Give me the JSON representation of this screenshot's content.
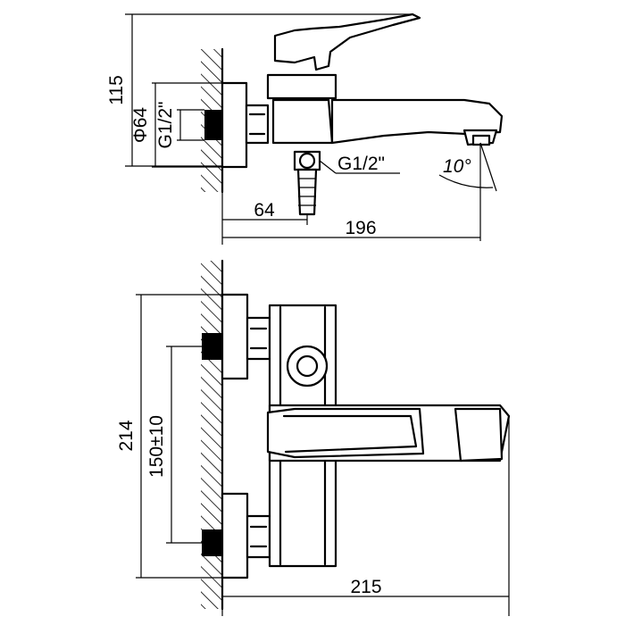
{
  "top_view": {
    "height_115": "115",
    "diameter_64": "Φ64",
    "inlet_thread": "G1/2\"",
    "outlet_thread": "G1/2\"",
    "angle_10": "10°",
    "offset_64": "64",
    "length_196": "196"
  },
  "front_view": {
    "height_214": "214",
    "spacing_150": "150±10",
    "length_215": "215"
  }
}
